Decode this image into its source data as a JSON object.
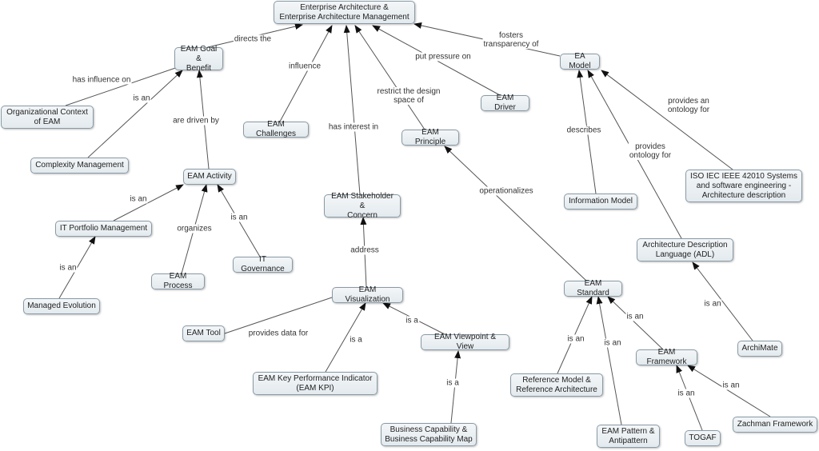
{
  "nodes": {
    "ea_eam": "Enterprise Architecture &\nEnterprise Architecture Management",
    "goal": "EAM Goal &\nBenefit",
    "org_context": "Organizational Context\nof EAM",
    "complexity": "Complexity Management",
    "challenges": "EAM Challenges",
    "principle": "EAM Principle",
    "driver": "EAM Driver",
    "ea_model": "EA Model",
    "iso": "ISO IEC IEEE 42010 Systems\nand software engineering -\nArchitecture description",
    "info_model": "Information Model",
    "adl": "Architecture Description\nLanguage (ADL)",
    "activity": "EAM Activity",
    "stakeholder": "EAM Stakeholder &\nConcern",
    "it_portfolio": "IT Portfolio Management",
    "it_governance": "IT Governance",
    "process": "EAM Process",
    "managed_evolution": "Managed Evolution",
    "visualization": "EAM Visualization",
    "standard": "EAM Standard",
    "archimate": "ArchiMate",
    "tool": "EAM Tool",
    "viewpoint": "EAM Viewpoint & View",
    "framework": "EAM Framework",
    "kpi": "EAM Key Performance Indicator\n(EAM KPI)",
    "ref_model": "Reference Model &\nReference Architecture",
    "zachman": "Zachman Framework",
    "bizcap": "Business Capability &\nBusiness Capability Map",
    "pattern": "EAM Pattern &\nAntipattern",
    "togaf": "TOGAF"
  },
  "edge_labels": {
    "directs_the": "directs the",
    "has_influence_on": "has influence on",
    "is_an_complexity": "is an",
    "influence": "influence",
    "are_driven_by": "are driven by",
    "has_interest_in": "has interest in",
    "restrict": "restrict the design\nspace of",
    "put_pressure_on": "put pressure on",
    "fosters": "fosters\ntransparency of",
    "provides_ontology_iso": "provides an\nontology for",
    "describes": "describes",
    "provides_ontology_adl": "provides\nontology for",
    "operationalizes": "operationalizes",
    "is_an_portfolio": "is an",
    "organizes": "organizes",
    "is_an_governance": "is an",
    "is_an_managed": "is an",
    "address": "address",
    "provides_data_for": "provides data for",
    "is_a_viewpoint": "is a",
    "is_a_kpi": "is a",
    "is_a_bizcap": "is a",
    "is_an_ref": "is an",
    "is_an_pattern": "is an",
    "is_an_framework": "is an",
    "is_an_archimate": "is an",
    "is_an_togaf": "is an",
    "is_an_zachman": "is an"
  }
}
